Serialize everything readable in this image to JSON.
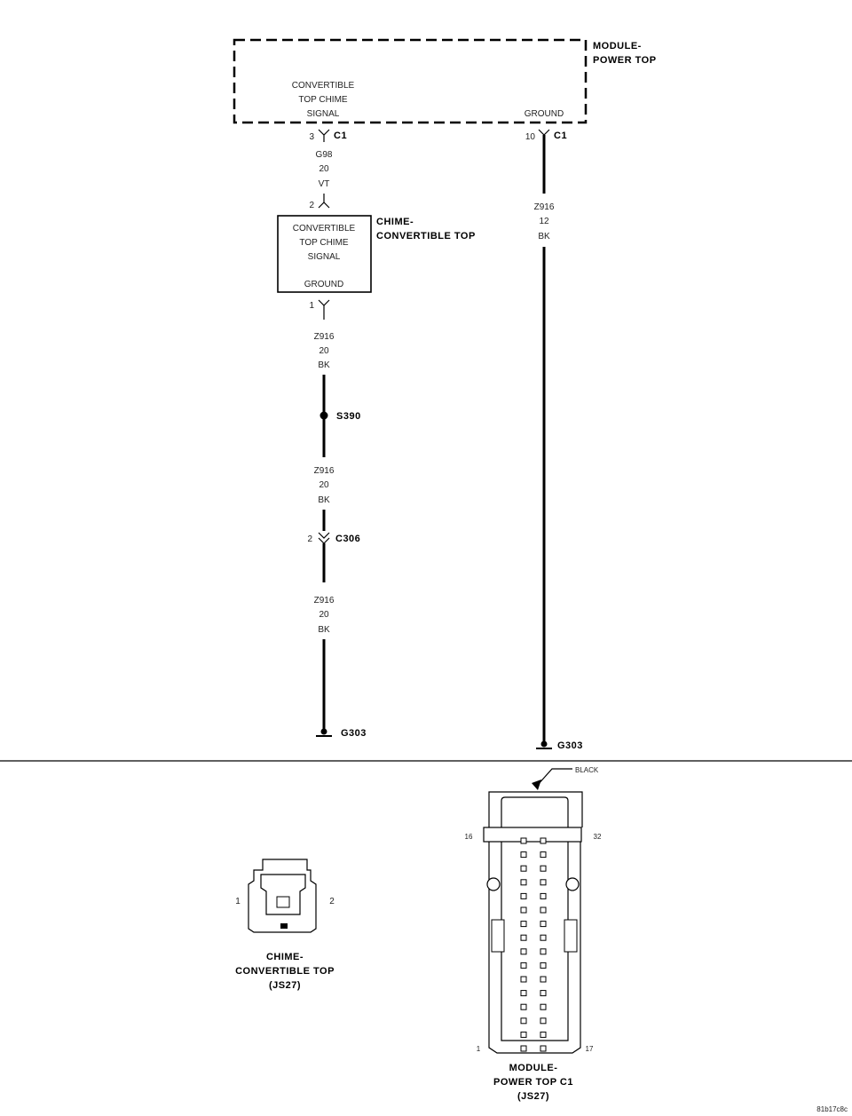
{
  "module": {
    "title_line1": "MODULE-",
    "title_line2": "POWER TOP",
    "signal_line1": "CONVERTIBLE",
    "signal_line2": "TOP CHIME",
    "signal_line3": "SIGNAL",
    "ground_label": "GROUND"
  },
  "connector_c1_left": {
    "pin": "3",
    "name": "C1"
  },
  "connector_c1_right": {
    "pin": "10",
    "name": "C1"
  },
  "wire_g98": {
    "circuit": "G98",
    "gauge": "20",
    "color": "VT"
  },
  "chime_pin2": {
    "pin": "2"
  },
  "chime": {
    "title_line1": "CHIME-",
    "title_line2": "CONVERTIBLE TOP",
    "signal_line1": "CONVERTIBLE",
    "signal_line2": "TOP CHIME",
    "signal_line3": "SIGNAL",
    "ground_label": "GROUND"
  },
  "chime_pin1": {
    "pin": "1"
  },
  "wire_z916_a": {
    "circuit": "Z916",
    "gauge": "20",
    "color": "BK"
  },
  "splice": {
    "name": "S390"
  },
  "wire_z916_b": {
    "circuit": "Z916",
    "gauge": "20",
    "color": "BK"
  },
  "connector_c306": {
    "pin": "2",
    "name": "C306"
  },
  "wire_z916_c": {
    "circuit": "Z916",
    "gauge": "20",
    "color": "BK"
  },
  "ground_left": {
    "name": "G303"
  },
  "wire_z916_right": {
    "circuit": "Z916",
    "gauge": "12",
    "color": "BK"
  },
  "ground_right": {
    "name": "G303"
  },
  "chime_connector_view": {
    "pin_left": "1",
    "pin_right": "2",
    "title_line1": "CHIME-",
    "title_line2": "CONVERTIBLE TOP",
    "title_line3": "(JS27)"
  },
  "module_connector_view": {
    "color_label": "BLACK",
    "pin_top_left": "16",
    "pin_top_right": "32",
    "pin_bottom_left": "1",
    "pin_bottom_right": "17",
    "title_line1": "MODULE-",
    "title_line2": "POWER TOP C1",
    "title_line3": "(JS27)"
  },
  "figure_id": "81b17c8c"
}
